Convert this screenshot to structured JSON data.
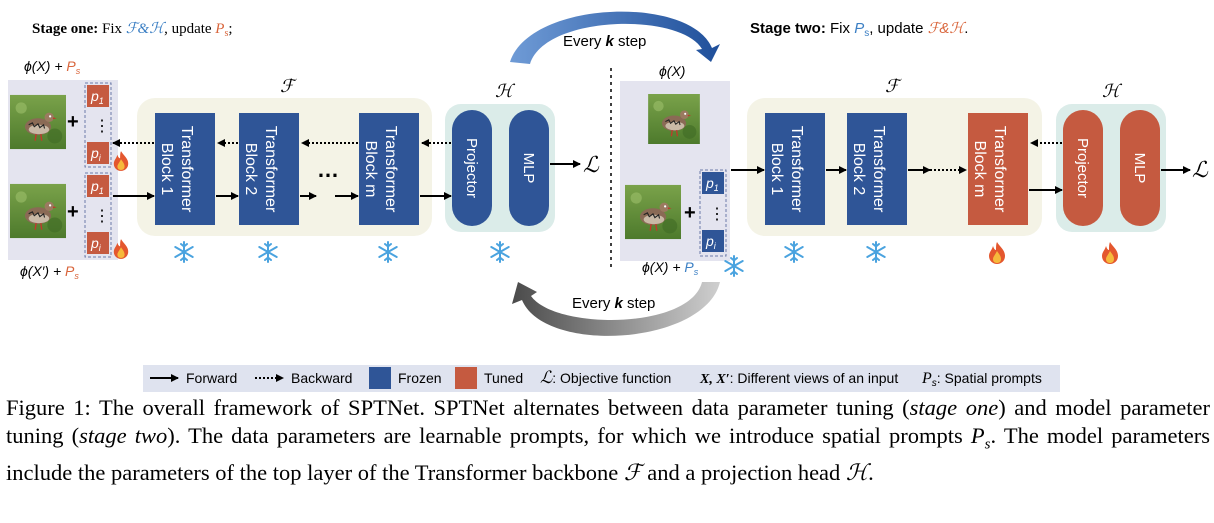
{
  "stage_one": {
    "bold": "Stage one:",
    "text1": "Fix ",
    "fixed": "ℱ&ℋ",
    "text2": ", update ",
    "updated": "P",
    "updated_sub": "s",
    "tail": ";"
  },
  "stage_two": {
    "bold": "Stage two:",
    "text1": "Fix ",
    "fixed": "P",
    "fixed_sub": "s",
    "text2": ", update ",
    "updated": "ℱ&ℋ",
    "tail": "."
  },
  "every_k_top": {
    "pre": "Every ",
    "k": "k",
    "post": " step"
  },
  "every_k_bottom": {
    "pre": "Every ",
    "k": "k",
    "post": " step"
  },
  "left": {
    "label_top": {
      "phi": "ϕ(X) + ",
      "P": "P",
      "sub": "s"
    },
    "label_bottom": {
      "phi": "ϕ(X′) + ",
      "P": "P",
      "sub": "s"
    },
    "F_label": "ℱ",
    "H_label": "ℋ",
    "blocks": [
      "Transformer Block 1",
      "Transformer Block 2",
      "Transformer Block m"
    ],
    "ellipsis": "…",
    "projector": "Projector",
    "mlp": "MLP",
    "loss": "ℒ"
  },
  "right": {
    "label_top": "ϕ(X)",
    "label_bottom": {
      "phi": "ϕ(X) + ",
      "P": "P",
      "sub": "s"
    },
    "F_label": "ℱ",
    "H_label": "ℋ",
    "blocks": [
      "Transformer Block 1",
      "Transformer Block 2",
      "Transformer Block m"
    ],
    "projector": "Projector",
    "mlp": "MLP",
    "loss": "ℒ"
  },
  "prompts": {
    "p1": "p",
    "p1_sub": "1",
    "pi": "p",
    "pi_sub": "i",
    "dots": "⋮",
    "plus": "+"
  },
  "legend": {
    "forward": "Forward",
    "backward": "Backward",
    "frozen": "Frozen",
    "tuned": "Tuned",
    "objective_symbol": "ℒ",
    "objective": ": Objective function",
    "views_symbol": "X, X′",
    "views": ": Different views of an input",
    "spatial_symbol": "P",
    "spatial_sub": "s",
    "spatial": ": Spatial prompts"
  },
  "caption": {
    "p1": "Figure 1: The overall framework of SPTNet. SPTNet alternates between data parameter tuning (",
    "em1": "stage one",
    "p2": ") and model parameter tuning (",
    "em2": "stage two",
    "p3": "). The data parameters are learnable prompts, for which we introduce spatial prompts ",
    "ps": "P",
    "ps_sub": "s",
    "p4": ". The model parameters include the parameters of the top layer of the Transformer backbone ",
    "F": "ℱ",
    "p5": " and a projection head ",
    "H": "ℋ",
    "p6": "."
  },
  "colors": {
    "blue": "#2f5597",
    "red": "#c55a40",
    "panel": "#f4f3e6",
    "head_panel": "#dbece9",
    "img_panel": "#e4e4ef",
    "legend_bg": "#dfe3ef",
    "orange": "#d9653b",
    "blue_text": "#3b7fc4",
    "snow": "#4aa3df",
    "arrow_blue": "#2f5b9e",
    "arrow_gray": "#555555"
  }
}
